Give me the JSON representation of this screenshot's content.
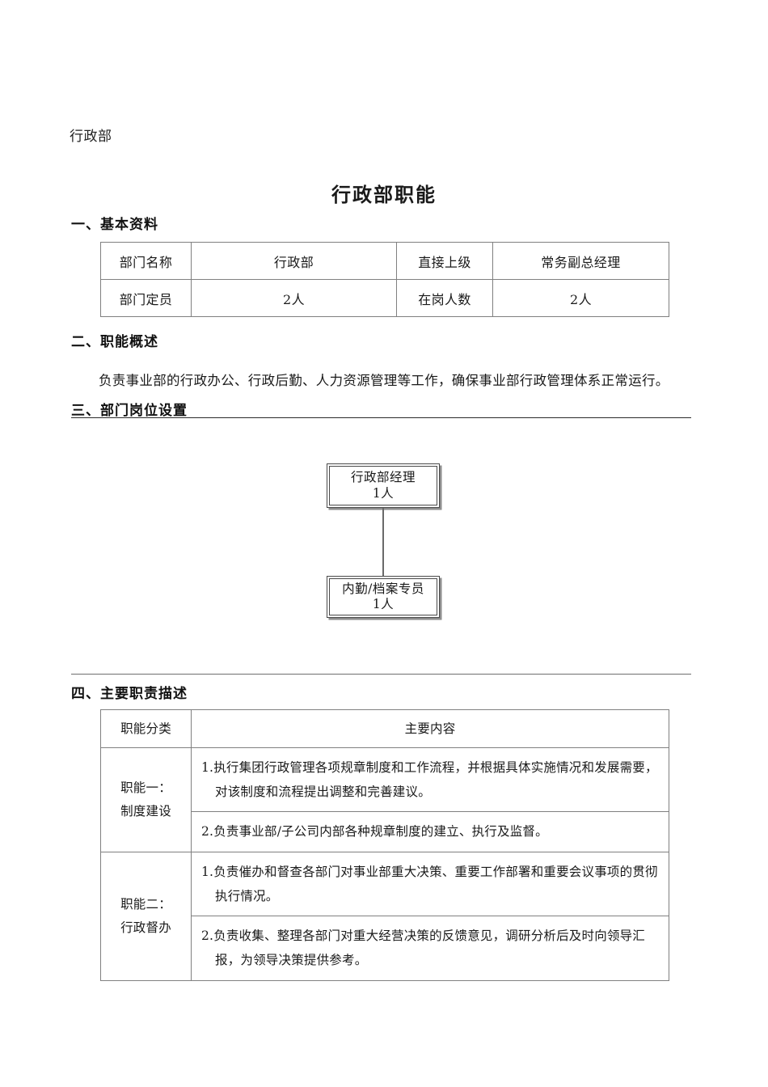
{
  "document": {
    "running_header": "行政部",
    "title": "行政部职能"
  },
  "sections": {
    "s1": {
      "number": "一、",
      "label": "基本资料"
    },
    "s2": {
      "number": "二、",
      "label": "职能概述"
    },
    "s3": {
      "number": "三、",
      "label": "部门岗位设置"
    },
    "s4": {
      "number": "四、",
      "label": "主要职责描述"
    }
  },
  "basic_info": {
    "rows": [
      {
        "label1": "部门名称",
        "value1": "行政部",
        "label2": "直接上级",
        "value2": "常务副总经理"
      },
      {
        "label1": "部门定员",
        "value1": "2人",
        "label2": "在岗人数",
        "value2": "2人"
      }
    ]
  },
  "overview": {
    "text": "负责事业部的行政办公、行政后勤、人力资源管理等工作，确保事业部行政管理体系正常运行。"
  },
  "org_chart": {
    "nodes": [
      {
        "title": "行政部经理",
        "headcount": "1人"
      },
      {
        "title": "内勤/档案专员",
        "headcount": "1人"
      }
    ]
  },
  "duties": {
    "headers": {
      "category": "职能分类",
      "content": "主要内容"
    },
    "groups": [
      {
        "category_line1": "职能一：",
        "category_line2": "制度建设",
        "items": [
          "1.执行集团行政管理各项规章制度和工作流程，并根据具体实施情况和发展需要，对该制度和流程提出调整和完善建议。",
          "2.负责事业部/子公司内部各种规章制度的建立、执行及监督。"
        ]
      },
      {
        "category_line1": "职能二：",
        "category_line2": "行政督办",
        "items": [
          "1.负责催办和督查各部门对事业部重大决策、重要工作部署和重要会议事项的贯彻执行情况。",
          "2.负责收集、整理各部门对重大经营决策的反馈意见，调研分析后及时向领导汇报，为领导决策提供参考。"
        ]
      }
    ]
  },
  "colors": {
    "text": "#1a1a1a",
    "table_border": "#808080",
    "rule": "#2b2b2b",
    "box_shadow": "#8e8e8e"
  }
}
